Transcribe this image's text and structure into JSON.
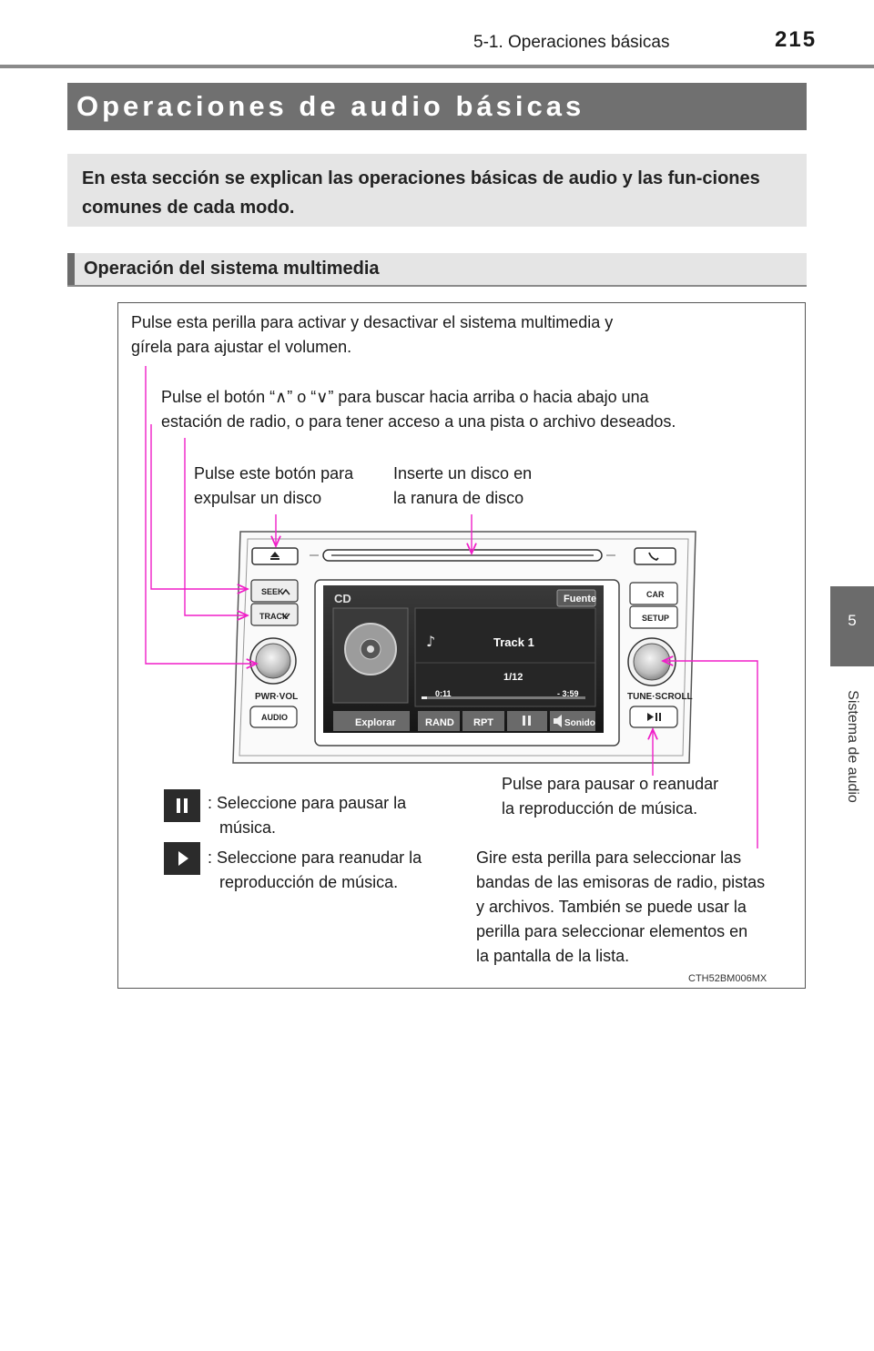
{
  "header": {
    "section": "5-1. Operaciones básicas",
    "page_number": "215"
  },
  "side_tab": {
    "chapter_number": "5",
    "chapter_title": "Sistema de audio"
  },
  "title": "Operaciones de audio básicas",
  "intro": "En esta sección se explican las operaciones básicas de audio y las fun-ciones comunes de cada modo.",
  "subheading": "Operación del sistema multimedia",
  "figure": {
    "callouts": {
      "power_knob_line1": "Pulse esta perilla para activar y desactivar el sistema multimedia y",
      "power_knob_line2": "gírela para ajustar el volumen.",
      "seek_line1": "Pulse el botón “∧” o “∨” para buscar hacia arriba o hacia abajo una",
      "seek_line2": "estación de radio, o para tener acceso a una pista o archivo deseados.",
      "eject_line1": "Pulse este botón para",
      "eject_line2": "expulsar un disco",
      "slot_line1": "Inserte un disco en",
      "slot_line2": "la ranura de disco",
      "playpause_line1": "Pulse para pausar o reanudar",
      "playpause_line2": "la reproducción de música.",
      "tune_line1": "Gire esta perilla para seleccionar las",
      "tune_line2": "bandas de las emisoras de radio, pistas",
      "tune_line3": "y archivos. También se puede usar la",
      "tune_line4": "perilla para seleccionar elementos en",
      "tune_line5": "la pantalla de la lista.",
      "pause_icon_line1": ": Seleccione para pausar la",
      "pause_icon_line2": "música.",
      "play_icon_line1": ": Seleccione para reanudar la",
      "play_icon_line2": "reproducción de música."
    },
    "unit": {
      "seek_label": "SEEK",
      "track_label": "TRACK",
      "car_label": "CAR",
      "setup_label": "SETUP",
      "pwr_vol_label": "PWR·VOL",
      "audio_label": "AUDIO",
      "tune_scroll_label": "TUNE·SCROLL",
      "screen": {
        "source_mode": "CD",
        "source_button": "Fuente",
        "track_title": "Track 1",
        "track_position": "1/12",
        "elapsed": "0:11",
        "remaining": "- 3:59",
        "bottom_buttons": [
          "Explorar",
          "RAND",
          "RPT",
          "Sonido"
        ]
      }
    },
    "code": "CTH52BM006MX"
  },
  "colors": {
    "callout_line": "#f01ec8",
    "title_bar": "#707070",
    "tab": "#6b6b6b",
    "box": "#e5e5e5"
  }
}
